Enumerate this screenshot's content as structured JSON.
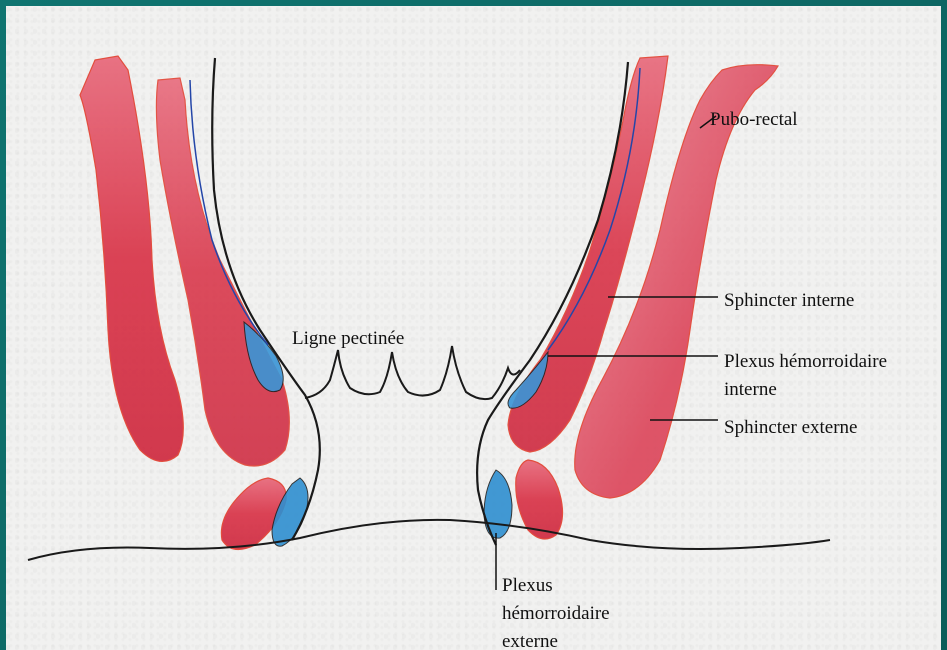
{
  "labels": {
    "pubo_rectal": "Pubo-rectal",
    "sphincter_interne": "Sphincter interne",
    "ligne_pectinee": "Ligne pectinée",
    "plexus_interne_line1": "Plexus hémorroidaire",
    "plexus_interne_line2": "interne",
    "sphincter_externe": "Sphincter externe",
    "plexus_externe_line1": "Plexus",
    "plexus_externe_line2": "hémorroidaire",
    "plexus_externe_line3": "externe"
  },
  "colors": {
    "muscle": "#d8334a",
    "muscle_outline": "#e0312c",
    "plexus": "#2f8fd0",
    "plexus_outline": "#1b1b1b",
    "mucosa_line": "#1a1a1a",
    "frame": "#0e6a67",
    "paper": "#f1f1f0"
  }
}
